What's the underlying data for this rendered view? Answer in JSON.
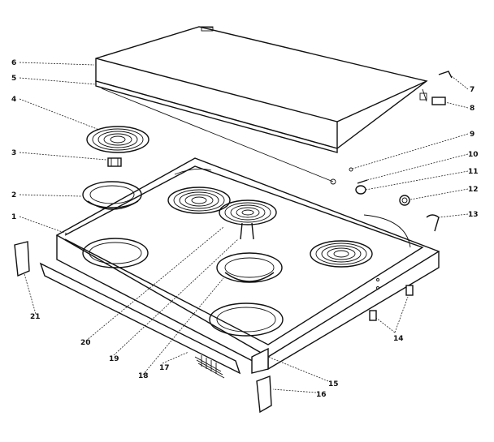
{
  "diagram": {
    "callouts": [
      {
        "id": "c6a",
        "label": "6"
      },
      {
        "id": "c5",
        "label": "5"
      },
      {
        "id": "c4",
        "label": "4"
      },
      {
        "id": "c3",
        "label": "3"
      },
      {
        "id": "c2",
        "label": "2"
      },
      {
        "id": "c1",
        "label": "1"
      },
      {
        "id": "c7",
        "label": "7"
      },
      {
        "id": "c8",
        "label": "8"
      },
      {
        "id": "c9",
        "label": "9"
      },
      {
        "id": "c10",
        "label": "10"
      },
      {
        "id": "c11",
        "label": "11"
      },
      {
        "id": "c12",
        "label": "12"
      },
      {
        "id": "c13",
        "label": "13"
      },
      {
        "id": "c14",
        "label": "14"
      },
      {
        "id": "c15",
        "label": "15"
      },
      {
        "id": "c16",
        "label": "16"
      },
      {
        "id": "c17",
        "label": "17"
      },
      {
        "id": "c18",
        "label": "18"
      },
      {
        "id": "c19",
        "label": "19"
      },
      {
        "id": "c20",
        "label": "20"
      },
      {
        "id": "c21",
        "label": "21"
      }
    ]
  }
}
